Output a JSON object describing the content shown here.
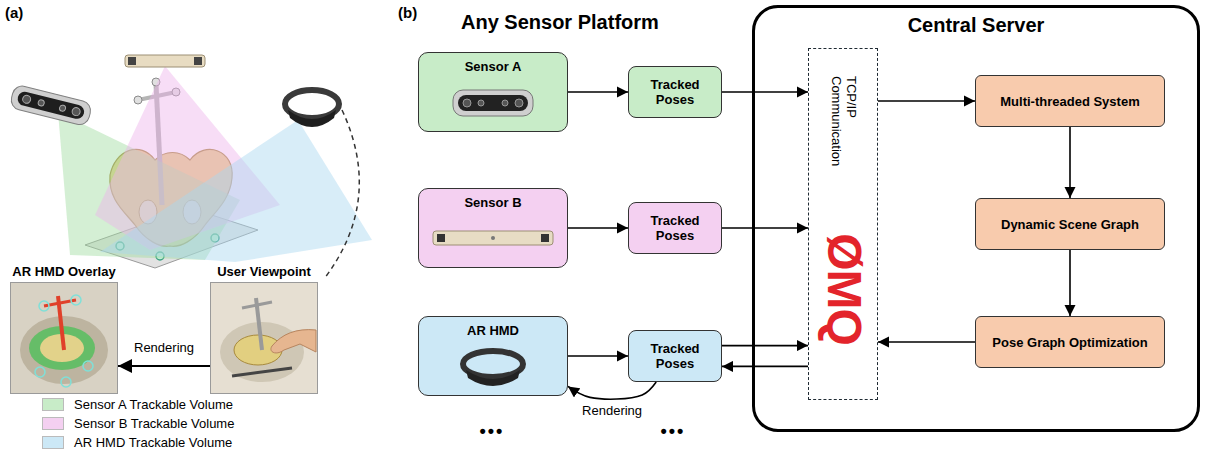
{
  "diagram": {
    "nodes": [
      {
        "text": [
          "AR HMD Overlay"
        ]
      },
      {
        "text": [
          "User Viewpoint"
        ]
      },
      {
        "text": [
          "Sensor A"
        ]
      },
      {
        "text": [
          "Tracked Poses"
        ]
      },
      {
        "text": [
          "Sensor B"
        ]
      },
      {
        "text": [
          "Tracked Poses"
        ]
      },
      {
        "text": [
          "AR HMD"
        ]
      },
      {
        "text": [
          "Tracked Poses"
        ]
      },
      {
        "text": [
          "Central Server"
        ]
      },
      {
        "text": [
          "TCP/IP Communication",
          "ØMQ"
        ],
        "in": 8
      },
      {
        "text": [
          "Multi-threaded System"
        ],
        "in": 8
      },
      {
        "text": [
          "Dynamic Scene Graph"
        ],
        "in": 8
      },
      {
        "text": [
          "Pose Graph Optimization"
        ],
        "in": 8
      }
    ],
    "edges": [
      {
        "from": 1,
        "to": 0,
        "arrow": "to",
        "label": "Rendering"
      },
      {
        "from": 2,
        "to": 3,
        "arrow": "to"
      },
      {
        "from": 3,
        "to": 9,
        "arrow": "to"
      },
      {
        "from": 4,
        "to": 5,
        "arrow": "to"
      },
      {
        "from": 5,
        "to": 9,
        "arrow": "to"
      },
      {
        "from": 6,
        "to": 7,
        "arrow": "to"
      },
      {
        "from": 7,
        "to": 9,
        "arrow": "to"
      },
      {
        "from": 9,
        "to": 7,
        "arrow": "to"
      },
      {
        "from": 7,
        "to": 6,
        "arrow": "to",
        "label": "Rendering"
      },
      {
        "from": 9,
        "to": 10,
        "arrow": "to"
      },
      {
        "from": 10,
        "to": 11,
        "arrow": "to"
      },
      {
        "from": 11,
        "to": 12,
        "arrow": "to"
      },
      {
        "from": 12,
        "to": 9,
        "arrow": "to"
      }
    ],
    "labels": [
      "(a)",
      "(b)",
      "Any Sensor Platform",
      "•••",
      "•••"
    ],
    "legend": [
      {
        "text": "Sensor A Trackable Volume",
        "color": "#c8ecc8"
      },
      {
        "text": "Sensor B Trackable Volume",
        "color": "#f4d0f1"
      },
      {
        "text": "AR HMD Trackable Volume",
        "color": "#cce8f6"
      }
    ]
  }
}
